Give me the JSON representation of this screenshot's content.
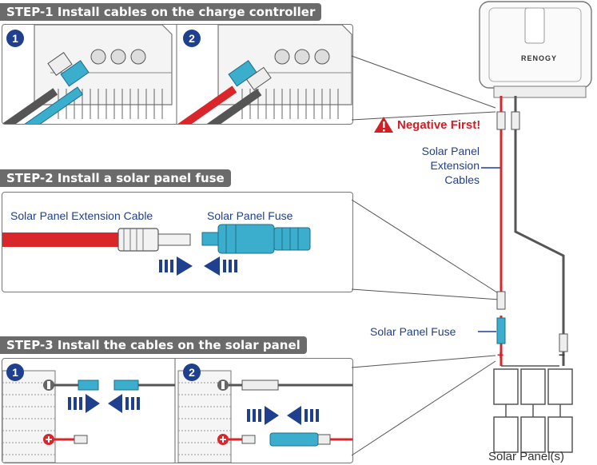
{
  "steps": {
    "step1": "STEP-1 Install cables on the charge controller",
    "step2": "STEP-2 Install a solar panel fuse",
    "step3": "STEP-3 Install the cables on the solar panel"
  },
  "badges": {
    "one": "1",
    "two": "2"
  },
  "labels": {
    "warning": "Negative First!",
    "extension_cables_l1": "Solar Panel",
    "extension_cables_l2": "Extension",
    "extension_cables_l3": "Cables",
    "extension_cable": "Solar Panel Extension Cable",
    "fuse_step2": "Solar Panel Fuse",
    "fuse_right": "Solar Panel Fuse",
    "solar_panels": "Solar Panel(s)",
    "plus": "+",
    "minus": "−",
    "brand": "RENOGY"
  },
  "colors": {
    "positive_cable": "#d9262b",
    "negative_cable": "#555555",
    "accent_blue": "#1f3f8f",
    "fuse_cyan": "#3aaecc",
    "banner_gray": "#6b6b6b"
  },
  "icons": [
    "warning-triangle-icon",
    "push-arrow-icon",
    "plus-terminal-icon",
    "minus-terminal-icon"
  ]
}
